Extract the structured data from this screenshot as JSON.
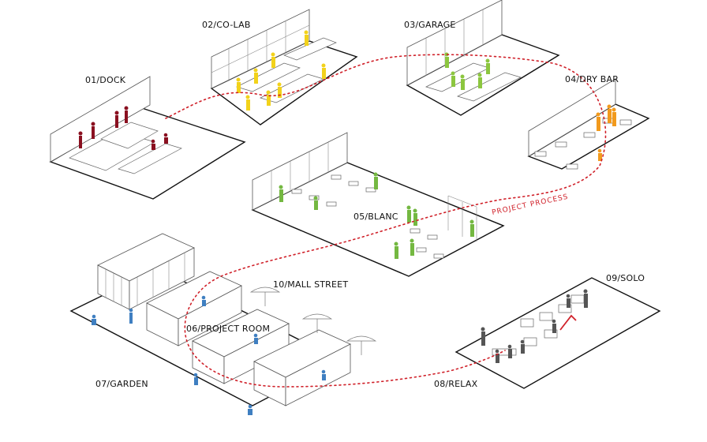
{
  "colors": {
    "path": "#d0212a",
    "dock": "#8a1020",
    "colab": "#f2d21b",
    "garage": "#8cc63f",
    "drybar": "#f29a1d",
    "blanc": "#74b841",
    "project_room": "#3f7fc1",
    "solo": "#555555",
    "relax": "#555555"
  },
  "process_label": "PROJECT PROCESS",
  "zones": {
    "dock": "01/DOCK",
    "colab": "02/CO-LAB",
    "garage": "03/GARAGE",
    "drybar": "04/DRY BAR",
    "blanc": "05/BLANC",
    "project_room": "06/PROJECT ROOM",
    "garden": "07/GARDEN",
    "relax": "08/RELAX",
    "solo": "09/SOLO",
    "mall_street": "10/MALL STREET"
  }
}
